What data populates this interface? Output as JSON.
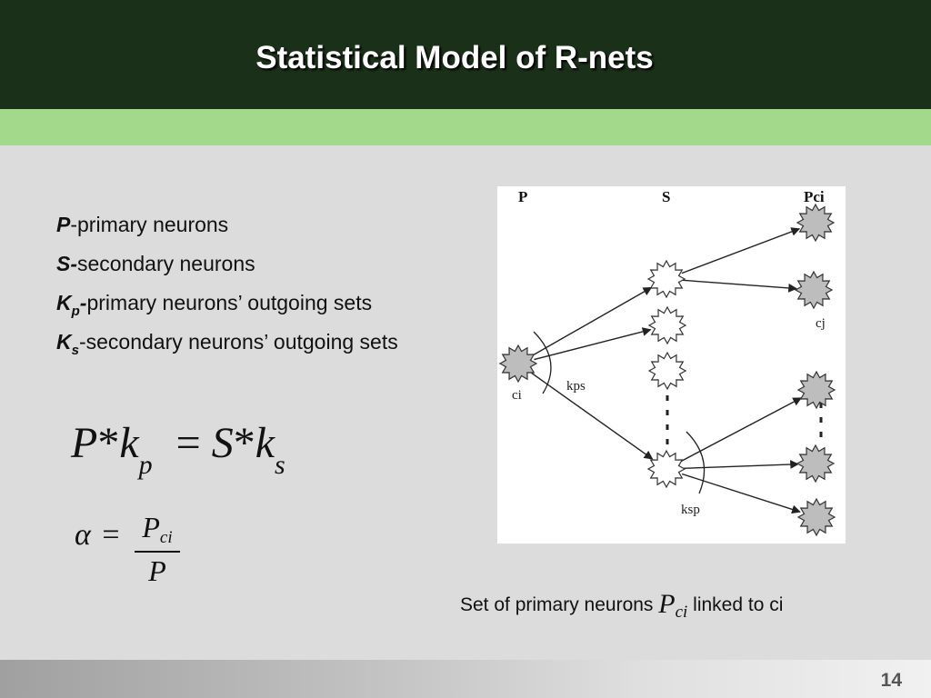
{
  "header": {
    "title": "Statistical Model of R-nets"
  },
  "definitions": [
    {
      "symbol": "P",
      "sub": "",
      "text": "-primary neurons"
    },
    {
      "symbol": "S-",
      "sub": "",
      "text": "secondary neurons"
    },
    {
      "symbol": "K",
      "sub": "p",
      "tail": "-",
      "text": "primary neurons’ outgoing sets"
    },
    {
      "symbol": "K",
      "sub": "s",
      "tail": "",
      "text": "-secondary neurons’ outgoing sets"
    }
  ],
  "equation1": {
    "P": "P",
    "star": "*",
    "k1": "k",
    "p": "p",
    "eq": "=",
    "S": "S",
    "k2": "k",
    "s": "s"
  },
  "equation2": {
    "alpha": "α",
    "eq": "=",
    "num": "P",
    "num_sub": "ci",
    "den": "P"
  },
  "diagram": {
    "col_p": "P",
    "col_s": "S",
    "col_pci": "Pci",
    "label_ci": "ci",
    "label_cj": "cj",
    "label_kps": "kps",
    "label_ksp": "ksp",
    "neuron_colors": {
      "primary": "#bdbdbd",
      "secondary": "#ffffff"
    }
  },
  "caption": {
    "before": "Set of primary neurons",
    "pci": "P",
    "pci_sub": "ci",
    "after": "linked to ci"
  },
  "footer": {
    "page": "14"
  }
}
